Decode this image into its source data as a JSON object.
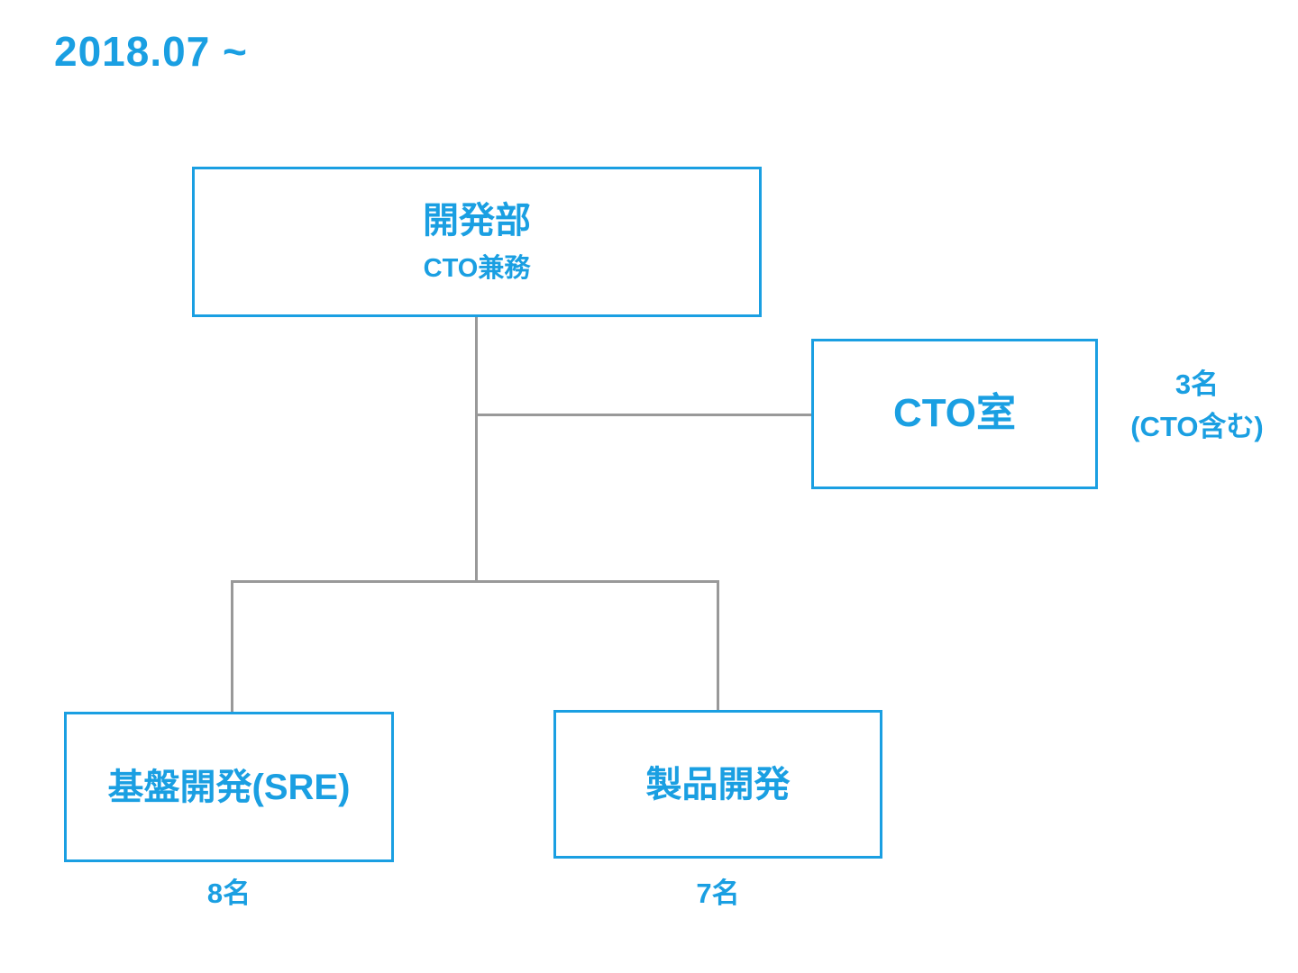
{
  "title": "2018.07 ~",
  "colors": {
    "accent": "#1A9FE2",
    "connector": "#999999",
    "background": "#FFFFFF"
  },
  "nodes": {
    "dev_dept": {
      "label": "開発部",
      "sublabel": "CTO兼務"
    },
    "cto_office": {
      "label": "CTO室",
      "note_line1": "3名",
      "note_line2": "(CTO含む)"
    },
    "sre": {
      "label": "基盤開発(SRE)",
      "count": "8名"
    },
    "product": {
      "label": "製品開発",
      "count": "7名"
    }
  }
}
